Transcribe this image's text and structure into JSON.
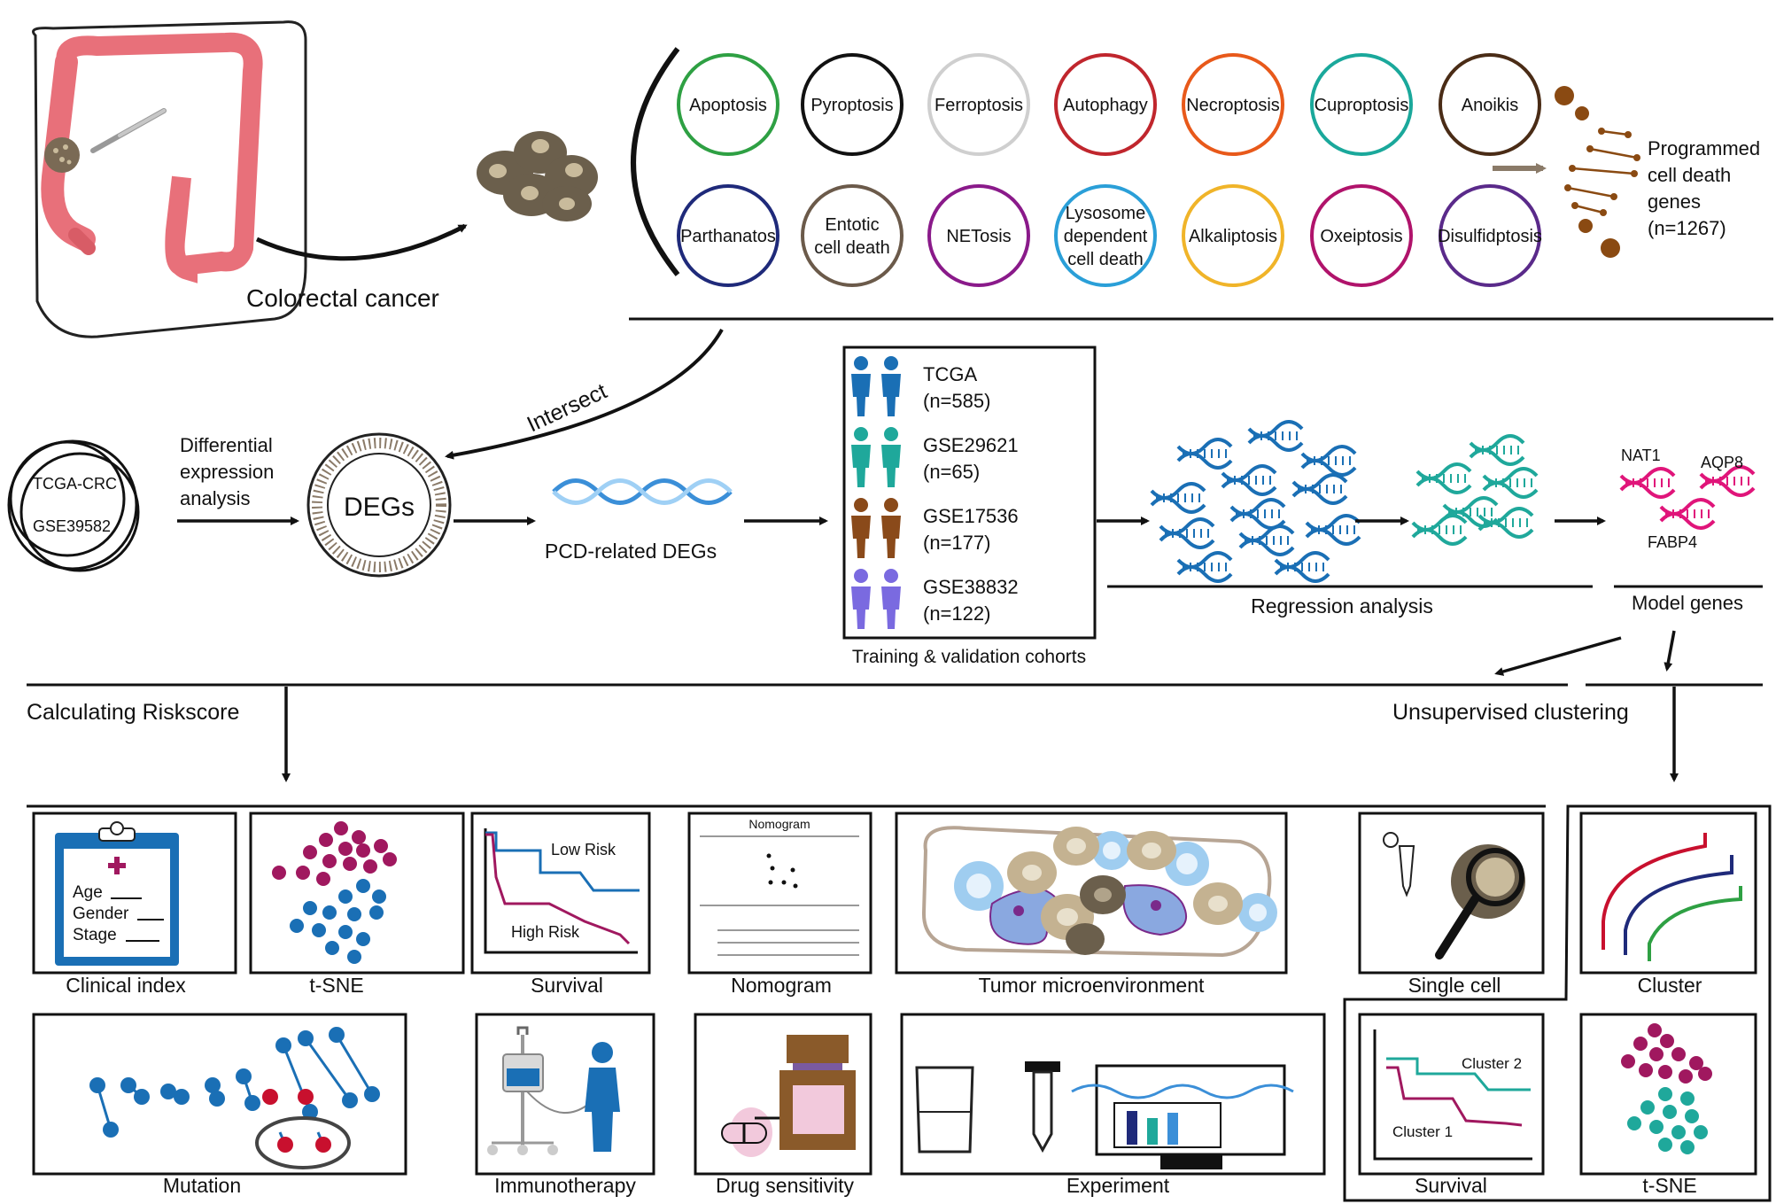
{
  "top": {
    "cancer_label": "Colorectal cancer",
    "pcd_types_row1": [
      {
        "label": "Apoptosis",
        "color": "#2ea043"
      },
      {
        "label": "Pyroptosis",
        "color": "#111111"
      },
      {
        "label": "Ferroptosis",
        "color": "#cfcfcf"
      },
      {
        "label": "Autophagy",
        "color": "#c0262d"
      },
      {
        "label": "Necroptosis",
        "color": "#e8591a"
      },
      {
        "label": "Cuproptosis",
        "color": "#1aa89b"
      },
      {
        "label": "Anoikis",
        "color": "#4a2c16"
      }
    ],
    "pcd_types_row2": [
      {
        "lines": [
          "Parthanatos"
        ],
        "color": "#1f2a7a"
      },
      {
        "lines": [
          "Entotic",
          "cell death"
        ],
        "color": "#6b5a4a"
      },
      {
        "lines": [
          "NETosis"
        ],
        "color": "#8a1a8a"
      },
      {
        "lines": [
          "Lysosome",
          "dependent",
          "cell death"
        ],
        "color": "#2a9fd8"
      },
      {
        "lines": [
          "Alkaliptosis"
        ],
        "color": "#f0b429"
      },
      {
        "lines": [
          "Oxeiptosis"
        ],
        "color": "#b0136b"
      },
      {
        "lines": [
          "Disulfidptosis"
        ],
        "color": "#5a2a8a"
      }
    ],
    "pcd_genes_lines": [
      "Programmed",
      "cell death",
      "genes",
      "(n=1267)"
    ]
  },
  "middle": {
    "intersect_label": "Intersect",
    "venn_labels": [
      "TCGA-CRC",
      "GSE39582"
    ],
    "diff_expr_lines": [
      "Differential",
      "expression",
      "analysis"
    ],
    "degs_label": "DEGs",
    "pcd_degs_label": "PCD-related DEGs",
    "cohorts": [
      {
        "name": "TCGA",
        "n": "(n=585)",
        "color": "#1a6fb5"
      },
      {
        "name": "GSE29621",
        "n": "(n=65)",
        "color": "#1fa89b"
      },
      {
        "name": "GSE17536",
        "n": "(n=177)",
        "color": "#8a4a1a"
      },
      {
        "name": "GSE38832",
        "n": "(n=122)",
        "color": "#7a6ae0"
      }
    ],
    "cohorts_caption": "Training & validation cohorts",
    "regression_label": "Regression analysis",
    "model_genes": [
      "NAT1",
      "AQP8",
      "FABP4"
    ],
    "model_genes_label": "Model genes"
  },
  "bottom": {
    "riskscore_label": "Calculating Riskscore",
    "clustering_label": "Unsupervised clustering",
    "clinical_fields": [
      "Age",
      "Gender",
      "Stage"
    ],
    "clinical_label": "Clinical index",
    "tsne_label": "t-SNE",
    "survival_label": "Survival",
    "low_risk": "Low Risk",
    "high_risk": "High Risk",
    "nomogram_label": "Nomogram",
    "nomogram_title": "Nomogram",
    "tme_label": "Tumor microenvironment",
    "single_cell_label": "Single cell",
    "cluster_label": "Cluster",
    "mutation_label": "Mutation",
    "immunotherapy_label": "Immunotherapy",
    "drug_label": "Drug sensitivity",
    "experiment_label": "Experiment",
    "survival2_label": "Survival",
    "tsne2_label": "t-SNE",
    "cluster1": "Cluster 1",
    "cluster2": "Cluster 2"
  },
  "colors": {
    "blue": "#1a6fb5",
    "teal": "#1fa89b",
    "magenta": "#a0185f",
    "pink": "#e0157a",
    "red": "#c8102e",
    "colon": "#e8707a",
    "tumor": "#6b5f4c"
  }
}
